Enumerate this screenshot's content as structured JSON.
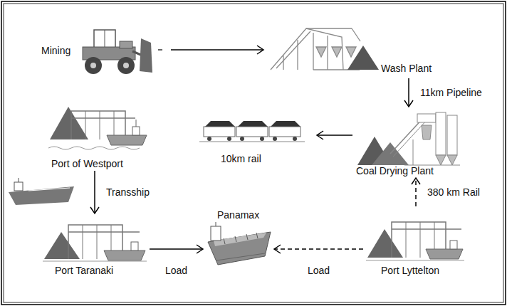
{
  "diagram": {
    "nodes": [
      {
        "text": [
          "Mining"
        ]
      },
      {
        "text": [
          "Wash Plant"
        ]
      },
      {
        "text": [
          "Coal Drying Plant"
        ]
      },
      {
        "text": [
          "10km rail"
        ]
      },
      {
        "text": [
          "Port of Westport"
        ]
      },
      {
        "text": [
          "Port Taranaki"
        ]
      },
      {
        "text": [
          "Panamax"
        ]
      },
      {
        "text": [
          "Port Lyttelton"
        ]
      }
    ],
    "edges": [
      {
        "from": 0,
        "to": 1,
        "arrow": "to"
      },
      {
        "from": 1,
        "to": 2,
        "label": "11km Pipeline",
        "arrow": "to"
      },
      {
        "from": 2,
        "to": 3,
        "arrow": "to"
      },
      {
        "from": 4,
        "to": 5,
        "label": "Transship",
        "arrow": "to"
      },
      {
        "from": 5,
        "to": 6,
        "label": "Load",
        "arrow": "to"
      },
      {
        "from": 7,
        "to": 6,
        "label": "Load",
        "arrow": "to"
      },
      {
        "from": 7,
        "to": 2,
        "label": "380 km Rail",
        "arrow": "to"
      }
    ]
  }
}
